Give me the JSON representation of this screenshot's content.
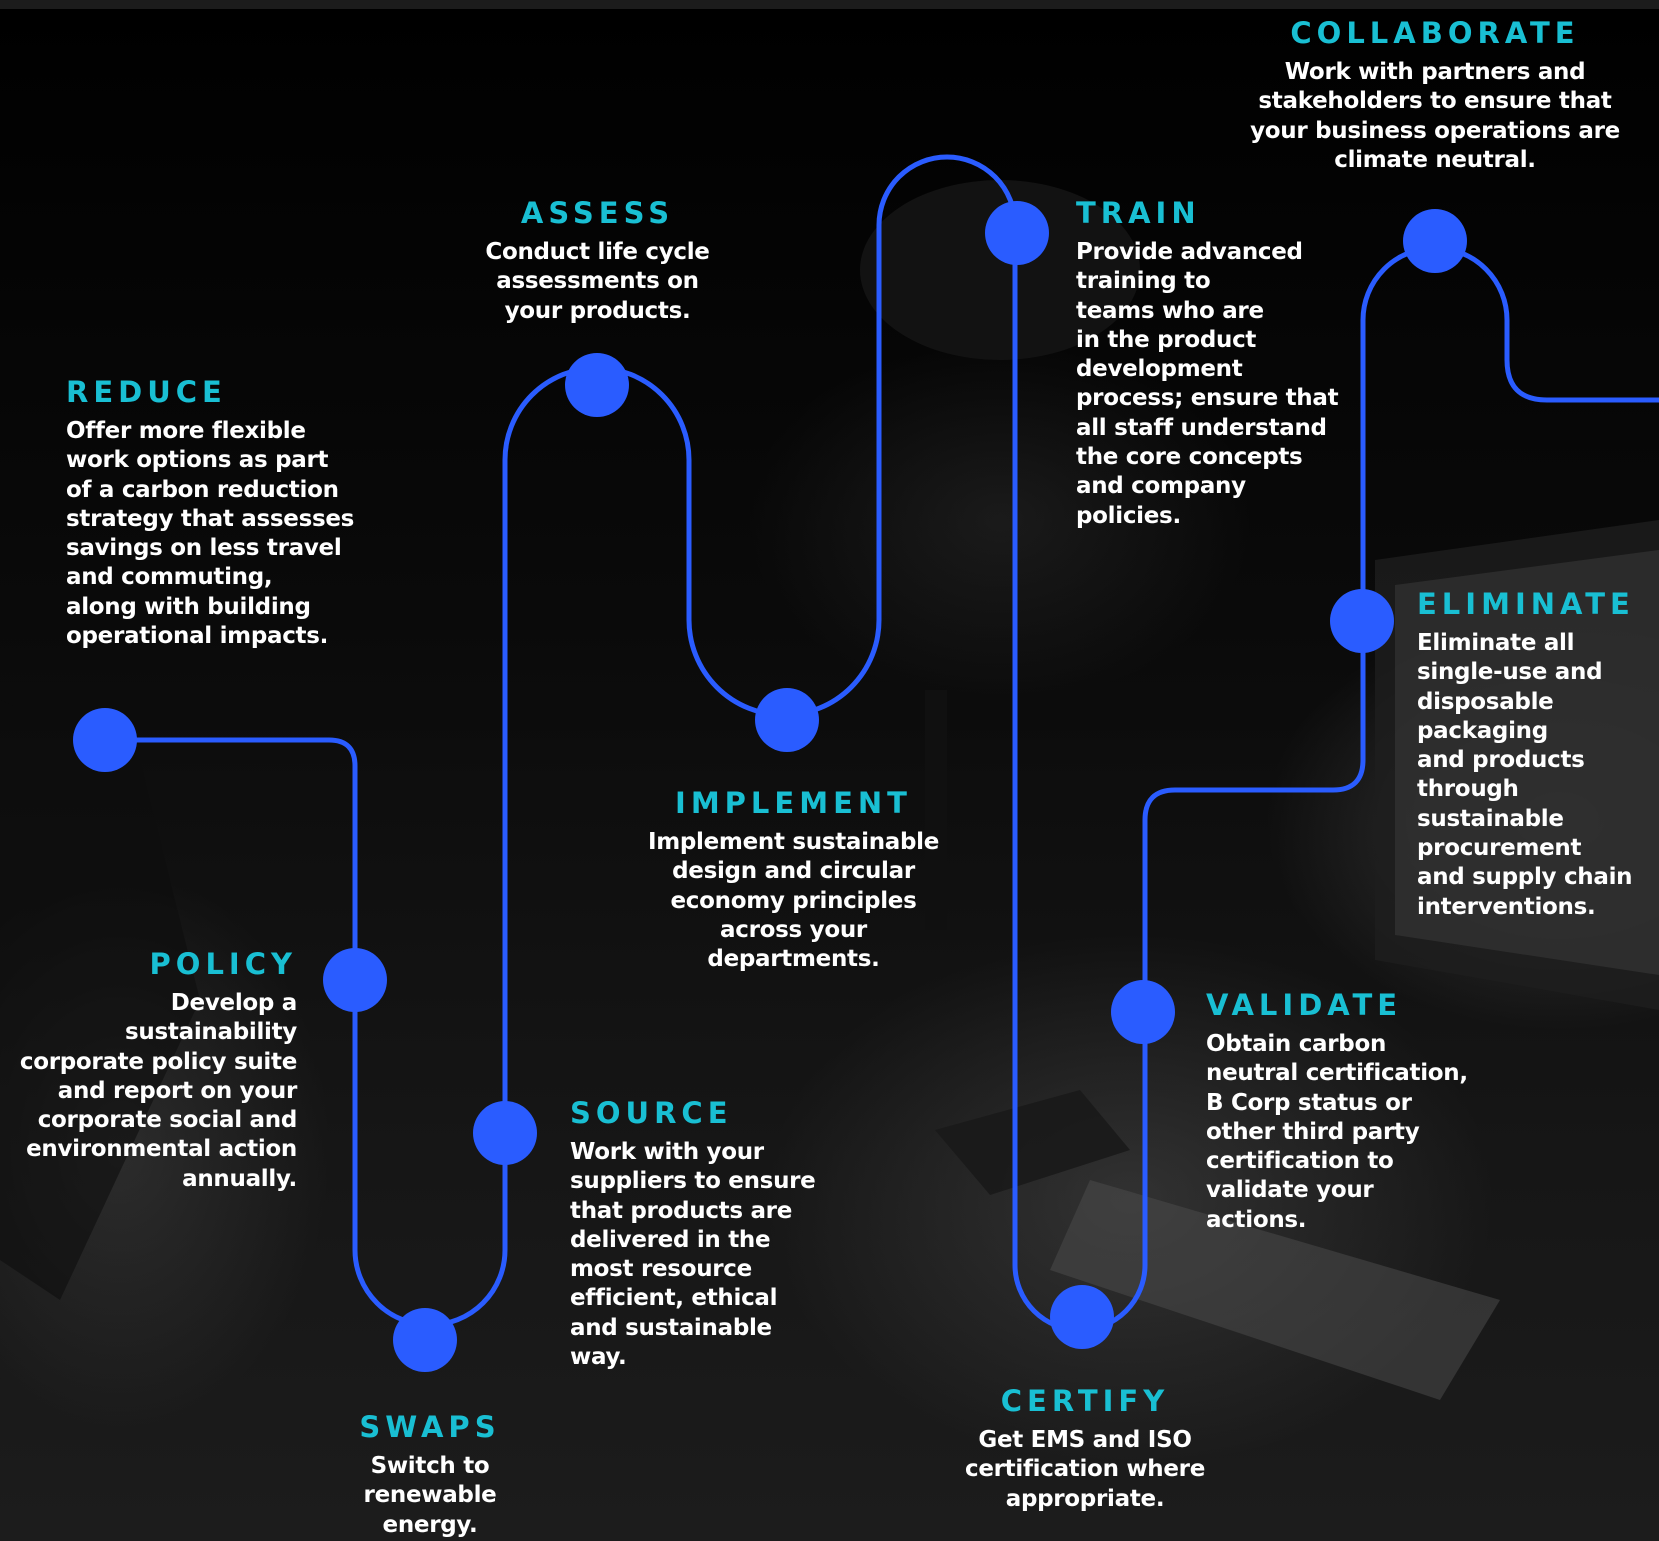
{
  "route_color": "#2a5cff",
  "title_color": "#19bfd3",
  "steps": {
    "collaborate": {
      "title": "COLLABORATE",
      "lines": [
        "Work with partners and",
        "stakeholders to ensure that",
        "your business operations are",
        "climate neutral."
      ]
    },
    "assess": {
      "title": "ASSESS",
      "lines": [
        "Conduct life cycle",
        "assessments on",
        "your products."
      ]
    },
    "train": {
      "title": "TRAIN",
      "lines": [
        "Provide advanced",
        "training to",
        "teams who are",
        "in the product",
        "development",
        "process; ensure that",
        "all staff understand",
        "the core concepts",
        "and company",
        "policies."
      ]
    },
    "reduce": {
      "title": "REDUCE",
      "lines": [
        "Offer more flexible",
        "work options as part",
        "of a carbon reduction",
        "strategy that assesses",
        "savings on less travel",
        "and commuting,",
        "along with building",
        "operational impacts."
      ]
    },
    "eliminate": {
      "title": "ELIMINATE",
      "lines": [
        "Eliminate all",
        "single-use and",
        "disposable",
        "packaging",
        "and products",
        "through",
        "sustainable",
        "procurement",
        "and supply chain",
        "interventions."
      ]
    },
    "implement": {
      "title": "IMPLEMENT",
      "lines": [
        "Implement sustainable",
        "design and circular",
        "economy principles",
        "across your",
        "departments."
      ]
    },
    "policy": {
      "title": "POLICY",
      "lines": [
        "Develop a",
        "sustainability",
        "corporate policy suite",
        "and report on your",
        "corporate social and",
        "environmental action",
        "annually."
      ]
    },
    "validate": {
      "title": "VALIDATE",
      "lines": [
        "Obtain carbon",
        "neutral certification,",
        "B Corp status or",
        "other third party",
        "certification to",
        "validate your",
        "actions."
      ]
    },
    "source": {
      "title": "SOURCE",
      "lines": [
        "Work with your",
        "suppliers to ensure",
        "that products are",
        "delivered in the",
        "most resource",
        "efficient, ethical",
        "and sustainable",
        "way."
      ]
    },
    "swaps": {
      "title": "SWAPS",
      "lines": [
        "Switch to",
        "renewable",
        "energy."
      ]
    },
    "certify": {
      "title": "CERTIFY",
      "lines": [
        "Get EMS and ISO",
        "certification where",
        "appropriate."
      ]
    }
  }
}
